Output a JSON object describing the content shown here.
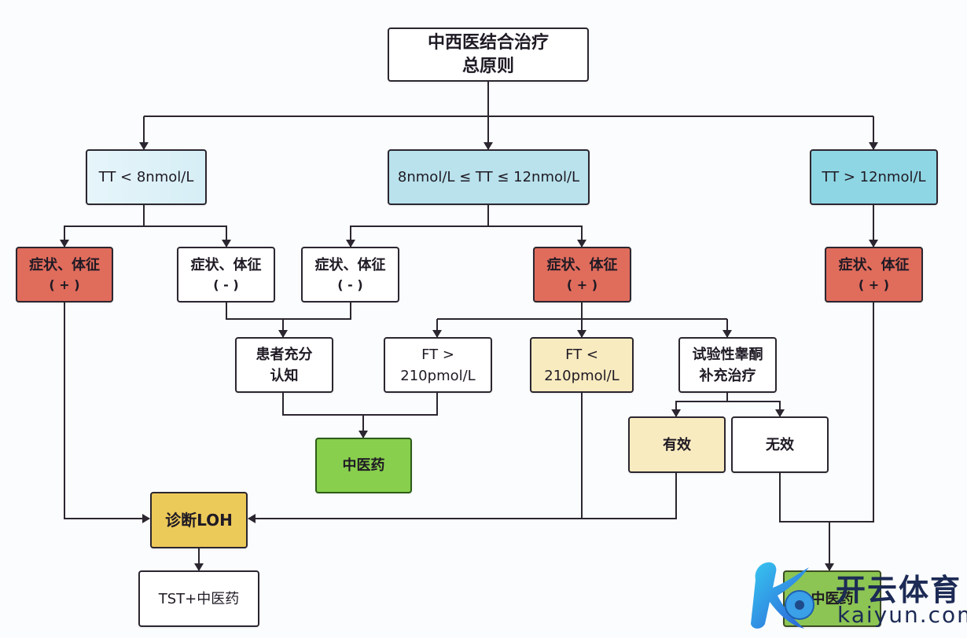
{
  "colors": {
    "line": "#2b2630",
    "red": "#e06c5c",
    "blue": "#8fd6e4",
    "light_blue": "#e0f3f8",
    "yellow": "#f8ebc0",
    "gold": "#ecca59",
    "green": "#88cf4d"
  },
  "nodes": {
    "root": {
      "line1": "中西医结合治疗",
      "line2": "总原则"
    },
    "tt_low": {
      "label": "TT < 8nmol/L"
    },
    "tt_mid": {
      "label": "8nmol/L ≤ TT ≤ 12nmol/L"
    },
    "tt_high": {
      "label": "TT > 12nmol/L"
    },
    "sym_low_pos": {
      "line1": "症状、体征",
      "line2": "( + )"
    },
    "sym_low_neg": {
      "line1": "症状、体征",
      "line2": "( - )"
    },
    "sym_mid_neg": {
      "line1": "症状、体征",
      "line2": "( - )"
    },
    "sym_mid_pos": {
      "line1": "症状、体征",
      "line2": "( + )"
    },
    "sym_high_pos": {
      "line1": "症状、体征",
      "line2": "( + )"
    },
    "patient_aware": {
      "line1": "患者充分",
      "line2": "认知"
    },
    "ft_gt": {
      "line1": "FT >",
      "line2": "210pmol/L"
    },
    "ft_lt": {
      "line1": "FT <",
      "line2": "210pmol/L"
    },
    "trial_therapy": {
      "line1": "试验性睾酮",
      "line2": "补充治疗"
    },
    "tcm_mid": {
      "label": "中医药"
    },
    "effective": {
      "label": "有效"
    },
    "ineffective": {
      "label": "无效"
    },
    "diagnose_loh": {
      "label": "诊断LOH"
    },
    "tst_tcm": {
      "label": "TST+中医药"
    },
    "tcm_bottom": {
      "label": "中医药"
    }
  },
  "watermark": {
    "brand_cn": "开云体育",
    "brand_en": "kaiyun.com",
    "logo_icon": "k-soccer-logo-icon"
  }
}
